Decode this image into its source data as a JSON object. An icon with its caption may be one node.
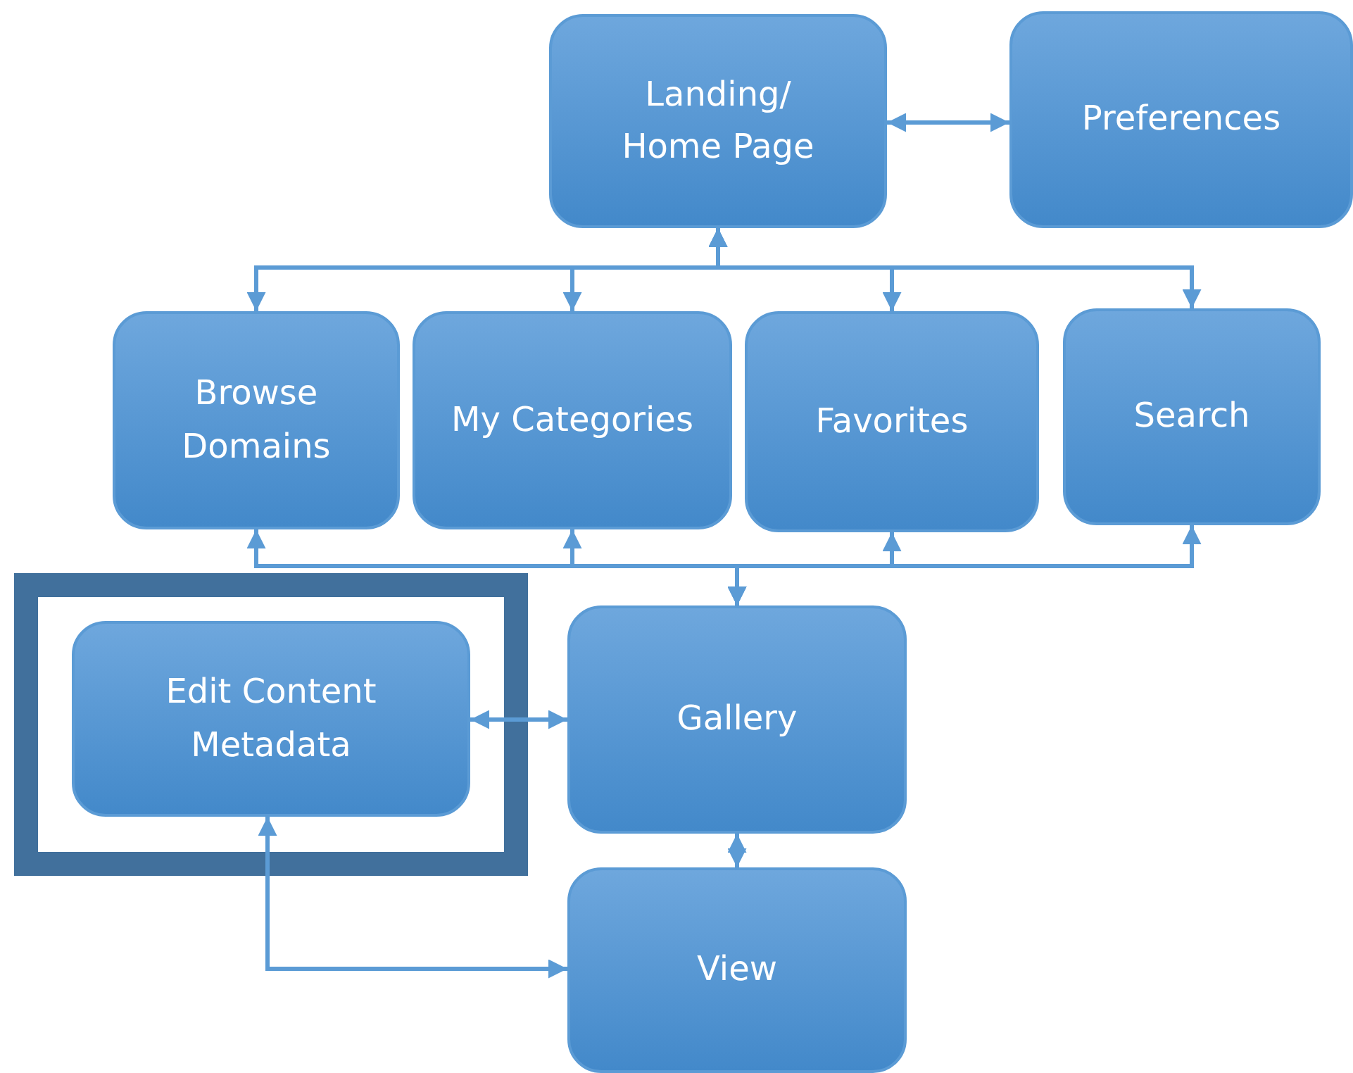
{
  "diagram": {
    "nodes": [
      {
        "text": [
          "Landing/ Home Page"
        ]
      },
      {
        "text": [
          "Preferences"
        ]
      },
      {
        "text": [
          "Browse Domains"
        ]
      },
      {
        "text": [
          "My Categories"
        ]
      },
      {
        "text": [
          "Favorites"
        ]
      },
      {
        "text": [
          "Search"
        ]
      },
      {
        "text": [],
        "shape": "box"
      },
      {
        "text": [
          "Edit Content Metadata"
        ],
        "in": 6
      },
      {
        "text": [
          "Gallery"
        ]
      },
      {
        "text": [
          "View"
        ]
      }
    ],
    "edges": [
      {
        "from": 0,
        "to": 1,
        "arrow": "both"
      },
      {
        "from": 0,
        "to": 2,
        "arrow": "both"
      },
      {
        "from": 0,
        "to": 3,
        "arrow": "both"
      },
      {
        "from": 0,
        "to": 4,
        "arrow": "both"
      },
      {
        "from": 0,
        "to": 5,
        "arrow": "both"
      },
      {
        "from": 8,
        "to": 2,
        "arrow": "both"
      },
      {
        "from": 8,
        "to": 3,
        "arrow": "both"
      },
      {
        "from": 8,
        "to": 4,
        "arrow": "both"
      },
      {
        "from": 8,
        "to": 5,
        "arrow": "both"
      },
      {
        "from": 7,
        "to": 8,
        "arrow": "both"
      },
      {
        "from": 8,
        "to": 9,
        "arrow": "both"
      },
      {
        "from": 7,
        "to": 9,
        "arrow": "both"
      }
    ]
  }
}
